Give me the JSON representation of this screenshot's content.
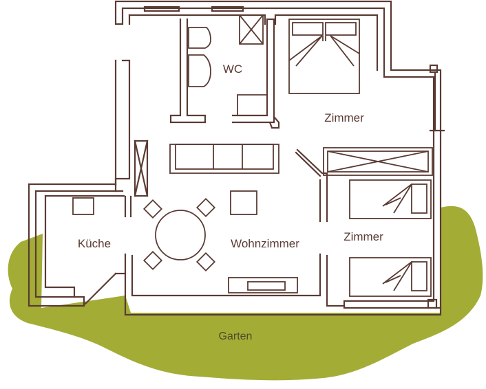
{
  "colors": {
    "line": "#5a3a33",
    "garden": "#a3ad36",
    "garden_text": "#4e4a2a",
    "background": "#ffffff"
  },
  "labels": {
    "wc": "WC",
    "zimmer_top": "Zimmer",
    "zimmer_right": "Zimmer",
    "kueche": "Küche",
    "wohnzimmer": "Wohnzimmer",
    "garten": "Garten"
  }
}
